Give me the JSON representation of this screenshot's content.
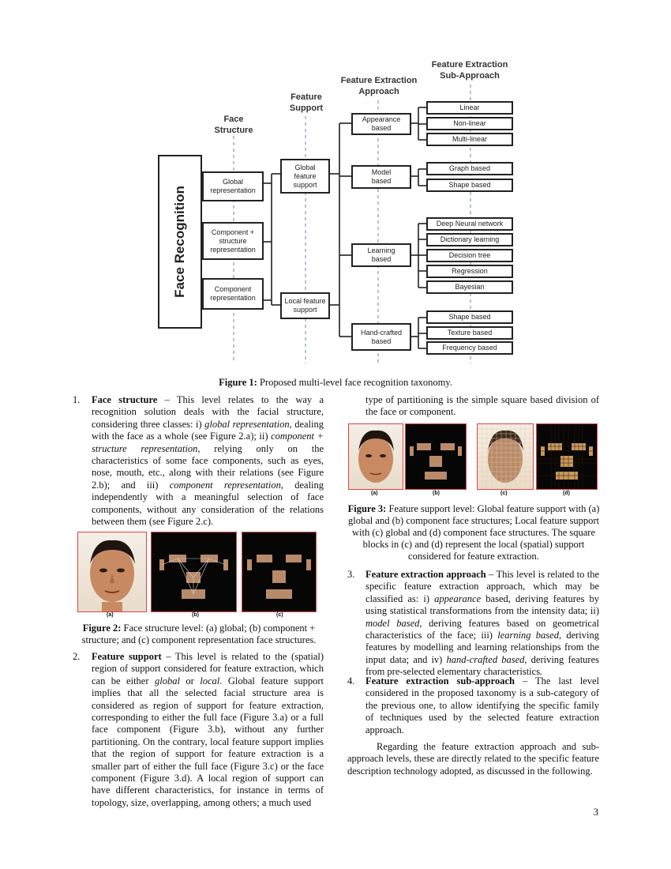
{
  "figure1": {
    "levels": {
      "face_structure": "Face\nStructure",
      "feature_support": "Feature\nSupport",
      "feature_extraction_approach": "Feature Extraction\nApproach",
      "feature_extraction_sub_approach": "Feature Extraction\nSub-Approach"
    },
    "root": "Face Recognition",
    "face_structure": [
      "Global\nrepresentation",
      "Component +\nstructure\nrepresentation",
      "Component\nrepresentation"
    ],
    "feature_support": [
      "Global\nfeature\nsupport",
      "Local feature\nsupport"
    ],
    "approaches": [
      "Appearance\nbased",
      "Model\nbased",
      "Learning\nbased",
      "Hand-crafted\nbased"
    ],
    "sub_approaches": {
      "appearance": [
        "Linear",
        "Non-linear",
        "Multi-linear"
      ],
      "model": [
        "Graph based",
        "Shape based"
      ],
      "learning": [
        "Deep Neural network",
        "Dictionary learning",
        "Decision tree",
        "Regression",
        "Bayesian"
      ],
      "handcrafted": [
        "Shape based",
        "Texture based",
        "Frequency based"
      ]
    },
    "caption_label": "Figure 1:",
    "caption_text": " Proposed multi-level face recognition taxonomy."
  },
  "left": {
    "item1_num": "1.",
    "item1_title": "Face structure",
    "item1_a": " – This level relates to the way a recognition solution deals with the facial structure, considering three classes: i) ",
    "item1_em1": "global representation",
    "item1_b": ", dealing with the face as a whole (see Figure 2.a); ii) ",
    "item1_em2": "component + structure representation",
    "item1_c": ", relying only on the characteristics of some face components, such as eyes, nose, mouth, etc., along with their relations (see Figure 2.b); and iii) ",
    "item1_em3": "component representation",
    "item1_d": ", dealing independently with a meaningful selection of face components, without any consideration of the relations between them (see Figure 2.c).",
    "fig2_labels": [
      "(a)",
      "(b)",
      "(c)"
    ],
    "fig2_caption_label": "Figure 2:",
    "fig2_caption_text": " Face structure level: (a) global; (b) component + structure; and (c) component representation face structures.",
    "item2_num": "2.",
    "item2_title": "Feature support",
    "item2_a": " – This level is related to the (spatial) region of support considered for feature extraction, which can be either ",
    "item2_em1": "global",
    "item2_b": " or ",
    "item2_em2": "local",
    "item2_c": ". Global feature support implies that all the selected facial structure area is considered as region of support for feature extraction, corresponding to either the full face (Figure 3.a) or a full face component (Figure 3.b), without any further partitioning. On the contrary, local feature support implies that the region of support for feature extraction is a smaller part of either the full face (Figure 3.c) or the face component (Figure 3.d). A local region of support can have different characteristics, for instance in terms of topology, size, overlapping, among others; a much used"
  },
  "right": {
    "cont": "type of partitioning is the simple square based division of the face or component.",
    "fig3_labels": [
      "(a)",
      "(b)",
      "(c)",
      "(d)"
    ],
    "fig3_caption_label": "Figure 3:",
    "fig3_caption_text": " Feature support level: Global feature support with (a) global and (b) component face structures; Local feature support with (c) global and (d) component face structures. The square blocks in (c) and (d) represent the local (spatial) support considered for feature extraction.",
    "item3_num": "3.",
    "item3_title": "Feature extraction approach",
    "item3_a": " – This level is related to the specific feature extraction approach, which may be classified as: i) ",
    "item3_em1": "appearance",
    "item3_b": " based, deriving features by using statistical transformations from the intensity data; ii) ",
    "item3_em2": "model based",
    "item3_c": ", deriving features based on geometrical characteristics of the face; iii) ",
    "item3_em3": "learning based",
    "item3_d": ", deriving features by modelling and learning relationships from the input data; and iv) ",
    "item3_em4": "hand-crafted based",
    "item3_e": ", deriving features from pre-selected elementary characteristics.",
    "item4_num": "4.",
    "item4_title": "Feature extraction sub-approach",
    "item4_a": " – The last level considered in the proposed taxonomy is a sub-category of the previous one, to allow identifying the specific family of techniques used by the selected feature extraction approach.",
    "closing": "Regarding the feature extraction approach and sub-approach levels, these are directly related to the specific feature description technology adopted, as discussed in the following."
  },
  "page_number": "3"
}
